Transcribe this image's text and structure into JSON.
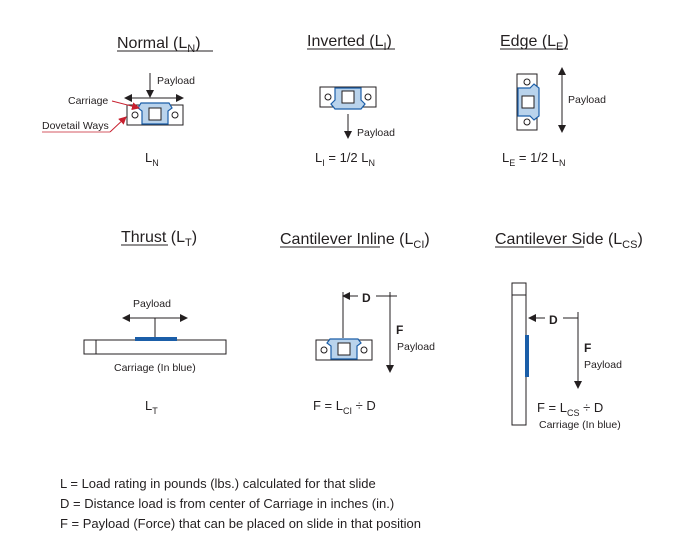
{
  "colors": {
    "ink": "#231f20",
    "carriage": "#1b5ea8",
    "carriage_fill": "#b9d3ec",
    "pointer": "#c8202f"
  },
  "titles": {
    "normal": {
      "text": "Normal (L",
      "sub": "N",
      "tail": ")"
    },
    "inverted": {
      "text": "Inverted (L",
      "sub": "I",
      "tail": ")"
    },
    "edge": {
      "text": "Edge (L",
      "sub": "E",
      "tail": ")"
    },
    "thrust": {
      "text": "Thrust (L",
      "sub": "T",
      "tail": ")"
    },
    "cantilever_inline": {
      "text": "Cantilever Inline (L",
      "sub": "CI",
      "tail": ")"
    },
    "cantilever_side": {
      "text": "Cantilever Side (L",
      "sub": "CS",
      "tail": ")"
    }
  },
  "labels": {
    "payload": "Payload",
    "carriage": "Carriage",
    "dovetail_ways": "Dovetail Ways",
    "carriage_in_blue": "Carriage (In blue)",
    "distance": "D",
    "force": "F"
  },
  "formulas": {
    "normal": {
      "l": "L",
      "lsub": "N"
    },
    "inverted": {
      "l": "L",
      "lsub": "I",
      "eq": " = 1/2 L",
      "rsub": "N"
    },
    "edge": {
      "l": "L",
      "lsub": "E",
      "eq": " = 1/2 L",
      "rsub": "N"
    },
    "thrust": {
      "l": "L",
      "lsub": "T"
    },
    "cantilever_inline": {
      "pre": "F = L",
      "sub": "CI",
      "post": " ÷ D"
    },
    "cantilever_side": {
      "pre": "F = L",
      "sub": "CS",
      "post": " ÷ D"
    }
  },
  "legend": [
    "L = Load rating in pounds (lbs.) calculated for that slide",
    "D = Distance load is from center of Carriage in inches (in.)",
    "F = Payload (Force) that can be placed on slide in that position"
  ]
}
